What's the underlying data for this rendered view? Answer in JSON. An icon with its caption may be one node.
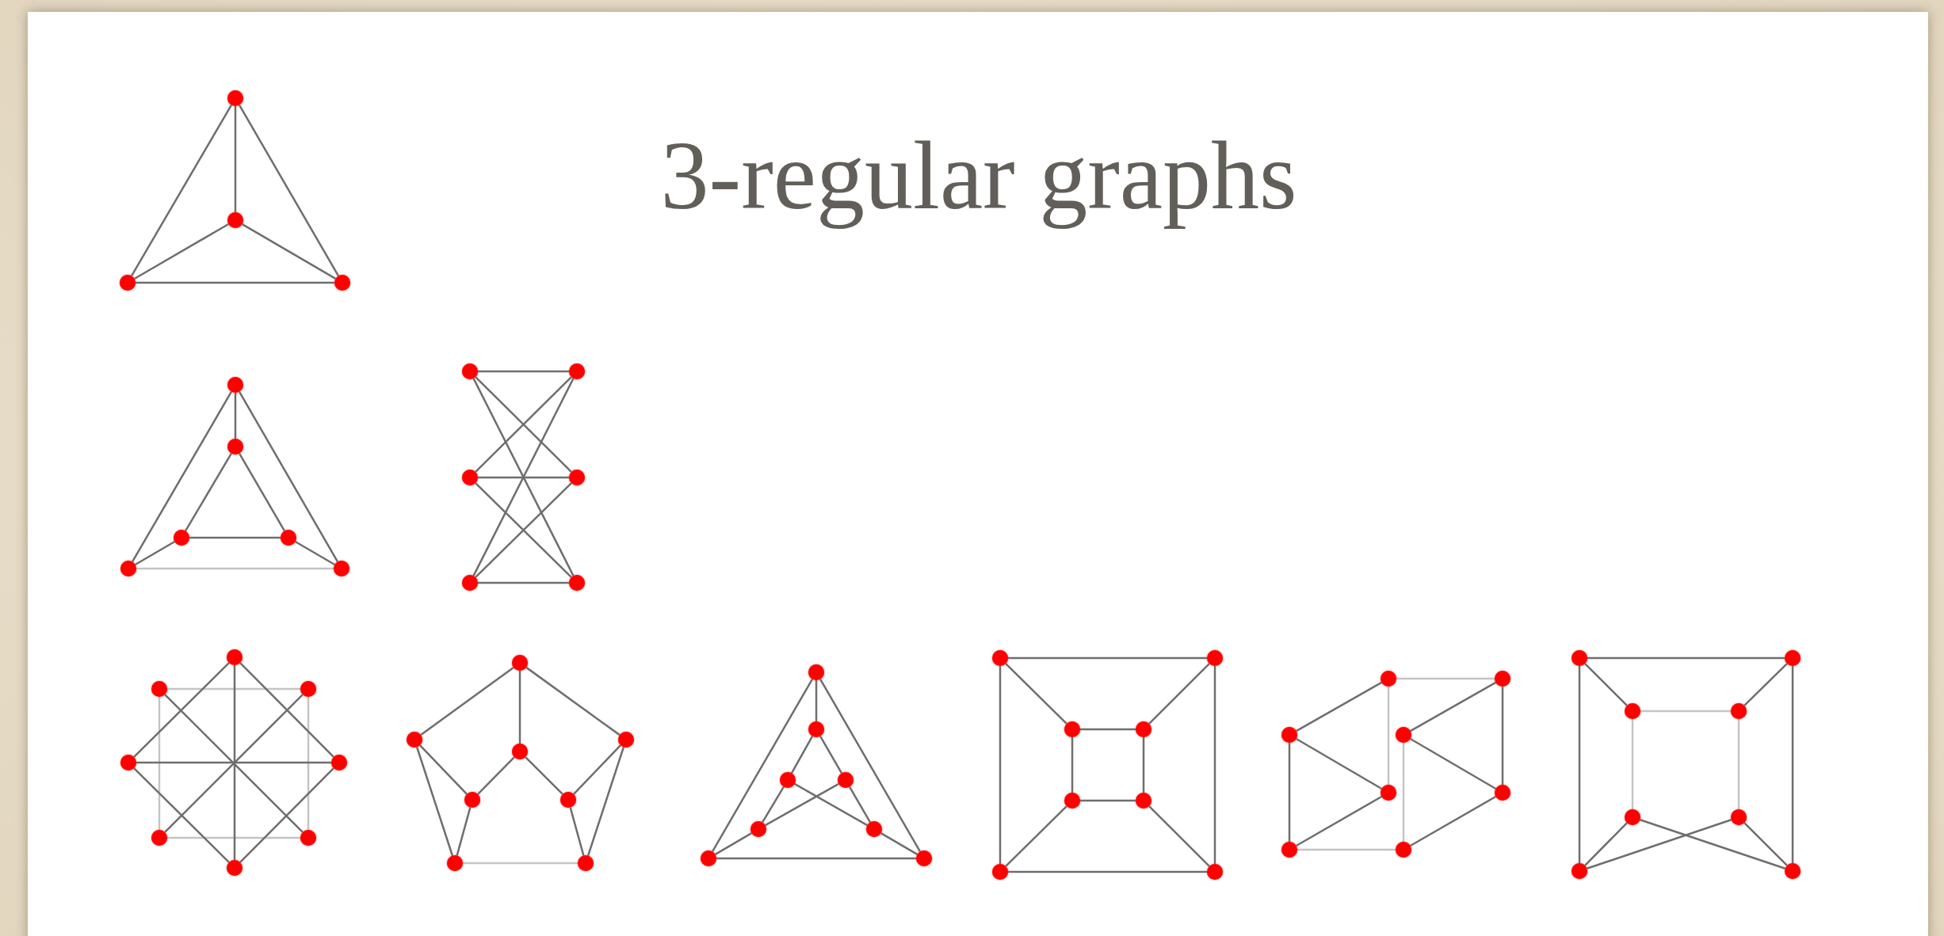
{
  "diagram": {
    "title": "3-regular graphs",
    "nodes": [
      {
        "text": [],
        "shape": "circle"
      },
      {
        "text": [],
        "shape": "circle"
      },
      {
        "text": [],
        "shape": "circle"
      },
      {
        "text": [],
        "shape": "circle"
      },
      {
        "text": [],
        "shape": "circle"
      },
      {
        "text": [],
        "shape": "circle"
      },
      {
        "text": [],
        "shape": "circle"
      },
      {
        "text": [],
        "shape": "circle"
      },
      {
        "text": [],
        "shape": "circle"
      },
      {
        "text": [],
        "shape": "circle"
      },
      {
        "text": [],
        "shape": "circle"
      },
      {
        "text": [],
        "shape": "circle"
      },
      {
        "text": [],
        "shape": "circle"
      },
      {
        "text": [],
        "shape": "circle"
      },
      {
        "text": [],
        "shape": "circle"
      },
      {
        "text": [],
        "shape": "circle"
      },
      {
        "text": [],
        "shape": "circle"
      },
      {
        "text": [],
        "shape": "circle"
      },
      {
        "text": [],
        "shape": "circle"
      },
      {
        "text": [],
        "shape": "circle"
      },
      {
        "text": [],
        "shape": "circle"
      },
      {
        "text": [],
        "shape": "circle"
      },
      {
        "text": [],
        "shape": "circle"
      },
      {
        "text": [],
        "shape": "circle"
      },
      {
        "text": [],
        "shape": "circle"
      },
      {
        "text": [],
        "shape": "circle"
      },
      {
        "text": [],
        "shape": "circle"
      },
      {
        "text": [],
        "shape": "circle"
      },
      {
        "text": [],
        "shape": "circle"
      },
      {
        "text": [],
        "shape": "circle"
      },
      {
        "text": [],
        "shape": "circle"
      },
      {
        "text": [],
        "shape": "circle"
      },
      {
        "text": [],
        "shape": "circle"
      },
      {
        "text": [],
        "shape": "circle"
      },
      {
        "text": [],
        "shape": "circle"
      },
      {
        "text": [],
        "shape": "circle"
      },
      {
        "text": [],
        "shape": "circle"
      },
      {
        "text": [],
        "shape": "circle"
      },
      {
        "text": [],
        "shape": "circle"
      },
      {
        "text": [],
        "shape": "circle"
      },
      {
        "text": [],
        "shape": "circle"
      },
      {
        "text": [],
        "shape": "circle"
      },
      {
        "text": [],
        "shape": "circle"
      },
      {
        "text": [],
        "shape": "circle"
      },
      {
        "text": [],
        "shape": "circle"
      },
      {
        "text": [],
        "shape": "circle"
      },
      {
        "text": [],
        "shape": "circle"
      },
      {
        "text": [],
        "shape": "circle"
      },
      {
        "text": [],
        "shape": "circle"
      },
      {
        "text": [],
        "shape": "circle"
      },
      {
        "text": [],
        "shape": "circle"
      },
      {
        "text": [],
        "shape": "circle"
      },
      {
        "text": [],
        "shape": "circle"
      },
      {
        "text": [],
        "shape": "circle"
      },
      {
        "text": [],
        "shape": "circle"
      },
      {
        "text": [],
        "shape": "circle"
      },
      {
        "text": [],
        "shape": "circle"
      },
      {
        "text": [],
        "shape": "circle"
      },
      {
        "text": [],
        "shape": "circle"
      },
      {
        "text": [],
        "shape": "circle"
      },
      {
        "text": [],
        "shape": "circle"
      },
      {
        "text": [],
        "shape": "circle"
      },
      {
        "text": [],
        "shape": "circle"
      },
      {
        "text": [],
        "shape": "circle"
      }
    ],
    "edges": [
      {
        "from": 0,
        "to": 1,
        "arrow": "none"
      },
      {
        "from": 0,
        "to": 2,
        "arrow": "none"
      },
      {
        "from": 0,
        "to": 3,
        "arrow": "none"
      },
      {
        "from": 1,
        "to": 2,
        "arrow": "none"
      },
      {
        "from": 1,
        "to": 3,
        "arrow": "none"
      },
      {
        "from": 2,
        "to": 3,
        "arrow": "none"
      },
      {
        "from": 4,
        "to": 5,
        "arrow": "none"
      },
      {
        "from": 4,
        "to": 8,
        "arrow": "none"
      },
      {
        "from": 4,
        "to": 9,
        "arrow": "none"
      },
      {
        "from": 5,
        "to": 6,
        "arrow": "none"
      },
      {
        "from": 5,
        "to": 7,
        "arrow": "none"
      },
      {
        "from": 6,
        "to": 7,
        "arrow": "none"
      },
      {
        "from": 6,
        "to": 8,
        "arrow": "none"
      },
      {
        "from": 7,
        "to": 9,
        "arrow": "none"
      },
      {
        "from": 8,
        "to": 9,
        "arrow": "none",
        "color": "#c4c4c4"
      },
      {
        "from": 10,
        "to": 11,
        "arrow": "none"
      },
      {
        "from": 10,
        "to": 13,
        "arrow": "none"
      },
      {
        "from": 10,
        "to": 15,
        "arrow": "none"
      },
      {
        "from": 12,
        "to": 11,
        "arrow": "none"
      },
      {
        "from": 12,
        "to": 13,
        "arrow": "none"
      },
      {
        "from": 12,
        "to": 15,
        "arrow": "none"
      },
      {
        "from": 14,
        "to": 11,
        "arrow": "none"
      },
      {
        "from": 14,
        "to": 13,
        "arrow": "none"
      },
      {
        "from": 14,
        "to": 15,
        "arrow": "none"
      },
      {
        "from": 17,
        "to": 18,
        "arrow": "none",
        "color": "#c4c4c4"
      },
      {
        "from": 18,
        "to": 22,
        "arrow": "none",
        "color": "#c4c4c4"
      },
      {
        "from": 21,
        "to": 22,
        "arrow": "none",
        "color": "#c4c4c4"
      },
      {
        "from": 17,
        "to": 21,
        "arrow": "none",
        "color": "#c4c4c4"
      },
      {
        "from": 16,
        "to": 23,
        "arrow": "none"
      },
      {
        "from": 19,
        "to": 20,
        "arrow": "none"
      },
      {
        "from": 17,
        "to": 22,
        "arrow": "none"
      },
      {
        "from": 18,
        "to": 21,
        "arrow": "none"
      },
      {
        "from": 16,
        "to": 19,
        "arrow": "none"
      },
      {
        "from": 16,
        "to": 20,
        "arrow": "none"
      },
      {
        "from": 23,
        "to": 19,
        "arrow": "none"
      },
      {
        "from": 23,
        "to": 20,
        "arrow": "none"
      },
      {
        "from": 24,
        "to": 25,
        "arrow": "none"
      },
      {
        "from": 24,
        "to": 26,
        "arrow": "none"
      },
      {
        "from": 24,
        "to": 27,
        "arrow": "none"
      },
      {
        "from": 27,
        "to": 28,
        "arrow": "none"
      },
      {
        "from": 27,
        "to": 29,
        "arrow": "none"
      },
      {
        "from": 25,
        "to": 28,
        "arrow": "none"
      },
      {
        "from": 25,
        "to": 30,
        "arrow": "none"
      },
      {
        "from": 28,
        "to": 30,
        "arrow": "none"
      },
      {
        "from": 26,
        "to": 29,
        "arrow": "none"
      },
      {
        "from": 26,
        "to": 31,
        "arrow": "none"
      },
      {
        "from": 29,
        "to": 31,
        "arrow": "none"
      },
      {
        "from": 30,
        "to": 31,
        "arrow": "none",
        "color": "#c4c4c4"
      },
      {
        "from": 32,
        "to": 33,
        "arrow": "none"
      },
      {
        "from": 32,
        "to": 38,
        "arrow": "none"
      },
      {
        "from": 32,
        "to": 39,
        "arrow": "none"
      },
      {
        "from": 33,
        "to": 34,
        "arrow": "none"
      },
      {
        "from": 33,
        "to": 35,
        "arrow": "none"
      },
      {
        "from": 34,
        "to": 36,
        "arrow": "none"
      },
      {
        "from": 34,
        "to": 37,
        "arrow": "none"
      },
      {
        "from": 35,
        "to": 36,
        "arrow": "none"
      },
      {
        "from": 35,
        "to": 37,
        "arrow": "none"
      },
      {
        "from": 36,
        "to": 38,
        "arrow": "none"
      },
      {
        "from": 37,
        "to": 39,
        "arrow": "none"
      },
      {
        "from": 38,
        "to": 39,
        "arrow": "none"
      },
      {
        "from": 40,
        "to": 41,
        "arrow": "none"
      },
      {
        "from": 40,
        "to": 46,
        "arrow": "none"
      },
      {
        "from": 41,
        "to": 47,
        "arrow": "none"
      },
      {
        "from": 46,
        "to": 47,
        "arrow": "none"
      },
      {
        "from": 40,
        "to": 42,
        "arrow": "none"
      },
      {
        "from": 41,
        "to": 43,
        "arrow": "none"
      },
      {
        "from": 46,
        "to": 44,
        "arrow": "none"
      },
      {
        "from": 47,
        "to": 45,
        "arrow": "none"
      },
      {
        "from": 42,
        "to": 43,
        "arrow": "none"
      },
      {
        "from": 43,
        "to": 45,
        "arrow": "none"
      },
      {
        "from": 45,
        "to": 44,
        "arrow": "none"
      },
      {
        "from": 44,
        "to": 42,
        "arrow": "none"
      },
      {
        "from": 48,
        "to": 49,
        "arrow": "none",
        "color": "#c4c4c4"
      },
      {
        "from": 48,
        "to": 50,
        "arrow": "none"
      },
      {
        "from": 48,
        "to": 52,
        "arrow": "none",
        "color": "#c4c4c4"
      },
      {
        "from": 49,
        "to": 51,
        "arrow": "none"
      },
      {
        "from": 49,
        "to": 53,
        "arrow": "none"
      },
      {
        "from": 50,
        "to": 52,
        "arrow": "none"
      },
      {
        "from": 50,
        "to": 54,
        "arrow": "none"
      },
      {
        "from": 51,
        "to": 53,
        "arrow": "none"
      },
      {
        "from": 51,
        "to": 55,
        "arrow": "none",
        "color": "#c4c4c4"
      },
      {
        "from": 52,
        "to": 54,
        "arrow": "none"
      },
      {
        "from": 53,
        "to": 55,
        "arrow": "none"
      },
      {
        "from": 54,
        "to": 55,
        "arrow": "none",
        "color": "#c4c4c4"
      },
      {
        "from": 56,
        "to": 57,
        "arrow": "none"
      },
      {
        "from": 56,
        "to": 62,
        "arrow": "none"
      },
      {
        "from": 57,
        "to": 63,
        "arrow": "none"
      },
      {
        "from": 56,
        "to": 58,
        "arrow": "none"
      },
      {
        "from": 57,
        "to": 59,
        "arrow": "none"
      },
      {
        "from": 58,
        "to": 59,
        "arrow": "none",
        "color": "#c4c4c4"
      },
      {
        "from": 58,
        "to": 60,
        "arrow": "none",
        "color": "#c4c4c4"
      },
      {
        "from": 59,
        "to": 61,
        "arrow": "none",
        "color": "#c4c4c4"
      },
      {
        "from": 60,
        "to": 62,
        "arrow": "none"
      },
      {
        "from": 60,
        "to": 63,
        "arrow": "none"
      },
      {
        "from": 61,
        "to": 62,
        "arrow": "none"
      },
      {
        "from": 61,
        "to": 63,
        "arrow": "none"
      }
    ]
  }
}
